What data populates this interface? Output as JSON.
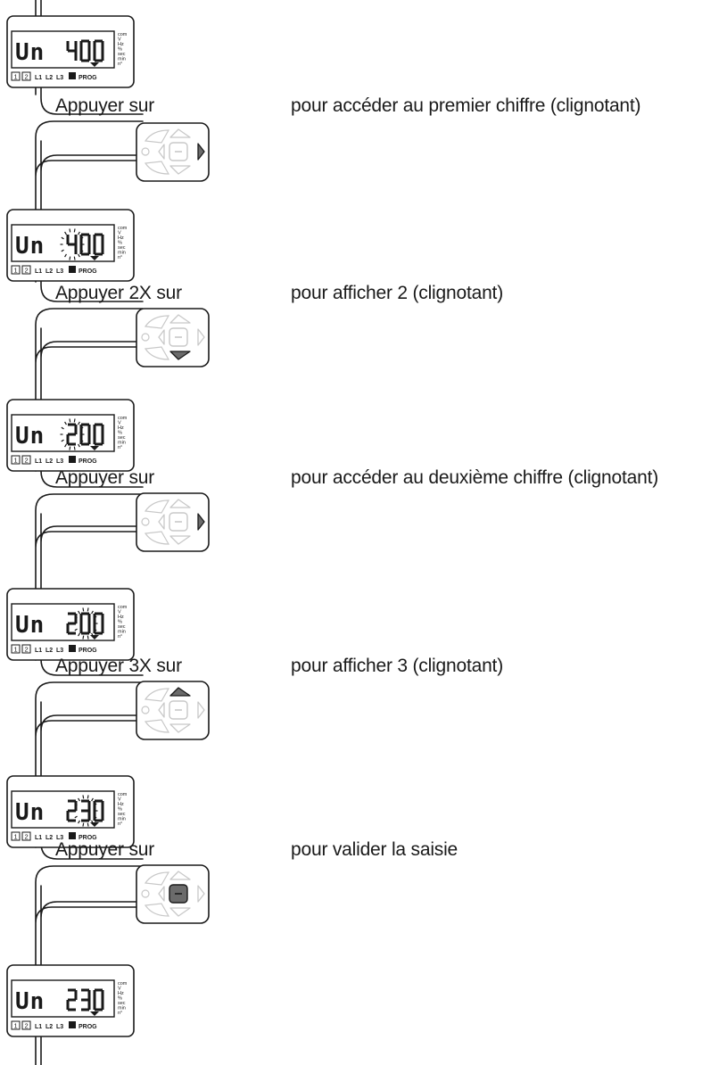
{
  "steps": [
    {
      "display": {
        "param": "Un",
        "value": "400",
        "blink": -1
      },
      "action": "Appuyer sur",
      "key": "right",
      "result": "pour accéder au premier chiffre (clignotant)"
    },
    {
      "display": {
        "param": "Un",
        "value": "400",
        "blink": 0
      },
      "action": "Appuyer 2X sur",
      "key": "down",
      "result": "pour afficher 2 (clignotant)"
    },
    {
      "display": {
        "param": "Un",
        "value": "200",
        "blink": 0
      },
      "action": "Appuyer sur",
      "key": "right",
      "result": "pour accéder au deuxième chiffre (clignotant)"
    },
    {
      "display": {
        "param": "Un",
        "value": "200",
        "blink": 1
      },
      "action": "Appuyer 3X sur",
      "key": "up",
      "result": "pour afficher 3 (clignotant)"
    },
    {
      "display": {
        "param": "Un",
        "value": "230",
        "blink": 1
      },
      "action": "Appuyer sur",
      "key": "enter",
      "result": "pour valider la saisie"
    },
    {
      "display": {
        "param": "Un",
        "value": "230",
        "blink": -1
      }
    }
  ],
  "display_labels": {
    "units": [
      "com",
      "V",
      "Hz",
      "%",
      "sec",
      "min",
      "n°"
    ],
    "bottom_boxes": [
      "1",
      "2"
    ],
    "phases": [
      "L1",
      "L2",
      "L3"
    ],
    "prog": "PROG"
  },
  "colors": {
    "line": "#1a1a1a",
    "key_outline": "#c8c8c8",
    "key_active": "#6b6b6b"
  }
}
